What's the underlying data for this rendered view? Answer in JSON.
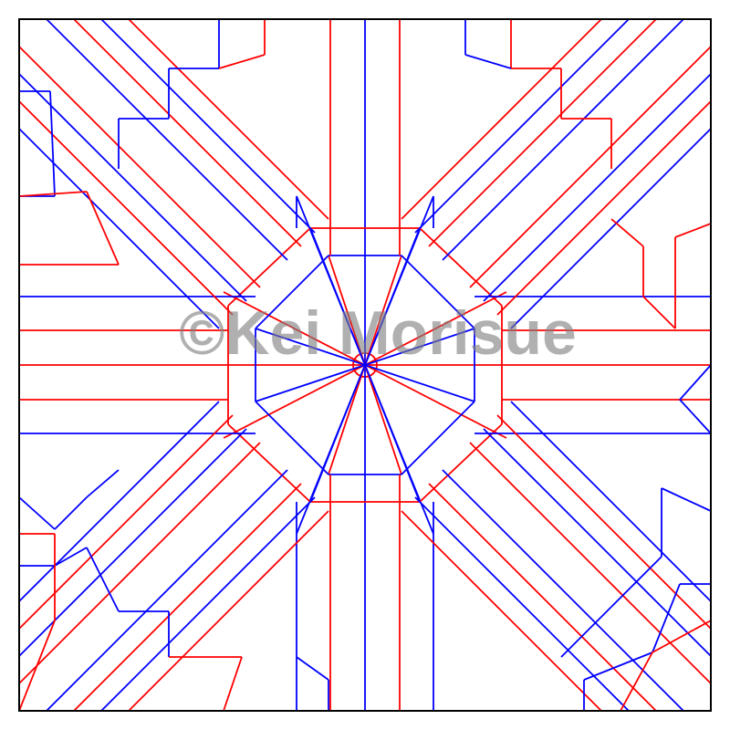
{
  "watermark": "©Kei Morisue",
  "colors": {
    "mountain": "#ff0000",
    "valley": "#0000ff",
    "border": "#000000",
    "background": "#ffffff",
    "watermark": "rgba(128,128,128,0.62)"
  },
  "legend": {
    "mountain": "red",
    "valley": "blue"
  }
}
